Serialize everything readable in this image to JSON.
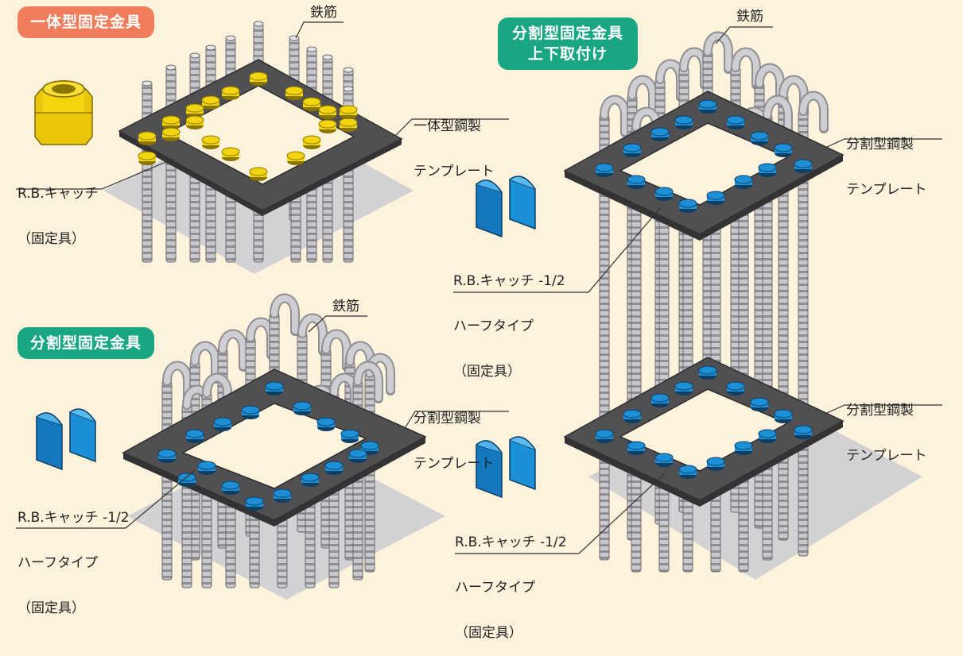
{
  "titles": {
    "integral": "一体型固定金具",
    "split": "分割型固定金具",
    "split_updown": [
      "分割型固定金具",
      "上下取付け"
    ]
  },
  "labels": {
    "rebar": "鉄筋",
    "integral_template": [
      "一体型鋼製",
      "テンプレート"
    ],
    "split_template": [
      "分割型鋼製",
      "テンプレート"
    ],
    "rb_catch": [
      "R.B.キャッチ",
      "（固定具）"
    ],
    "rb_catch_half": [
      "R.B.キャッチ -1/2",
      "ハーフタイプ",
      "（固定具）"
    ]
  },
  "colors": {
    "background": "#fdf3dc",
    "integral_badge": "#ef7d5c",
    "split_badge": "#1aa683",
    "fixture_yellow": "#f2d40f",
    "fixture_blue": "#1d8fd6",
    "plate": "#4a4a4c",
    "rebar": "#b8b8bc",
    "ground": "#cfcfd1"
  }
}
